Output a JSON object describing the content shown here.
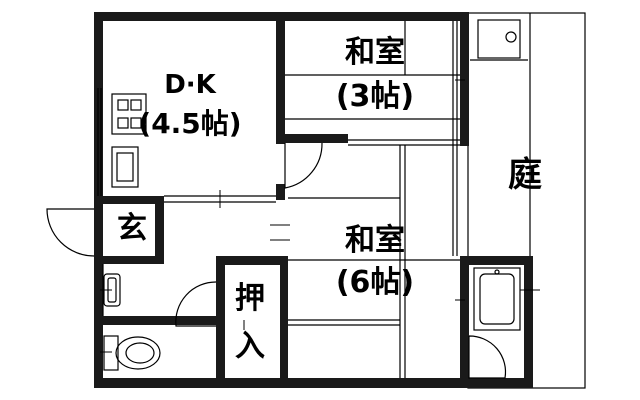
{
  "rooms": {
    "dk": {
      "name": "D·K",
      "size": "(4.5帖)"
    },
    "washitsu_small": {
      "name": "和室",
      "size": "(3帖)"
    },
    "washitsu_large": {
      "name": "和室",
      "size": "(6帖)"
    },
    "garden": "庭",
    "entrance": "玄",
    "closet": [
      "押",
      "入"
    ]
  },
  "colors": {
    "wall": "#1a1a1a",
    "line": "#000000",
    "fixture": "#cccccc"
  }
}
